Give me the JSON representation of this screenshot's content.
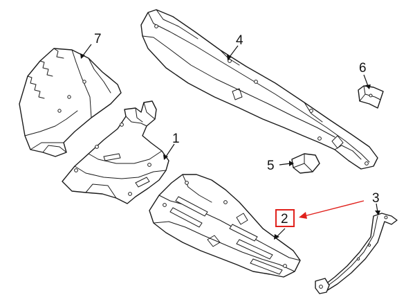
{
  "diagram": {
    "callouts": [
      {
        "id": "1",
        "label": "1"
      },
      {
        "id": "2",
        "label": "2",
        "highlighted": true
      },
      {
        "id": "3",
        "label": "3"
      },
      {
        "id": "4",
        "label": "4"
      },
      {
        "id": "5",
        "label": "5"
      },
      {
        "id": "6",
        "label": "6"
      },
      {
        "id": "7",
        "label": "7"
      }
    ]
  },
  "colors": {
    "line": "#1a1a1a",
    "highlight": "#e0201b",
    "background": "#ffffff"
  }
}
